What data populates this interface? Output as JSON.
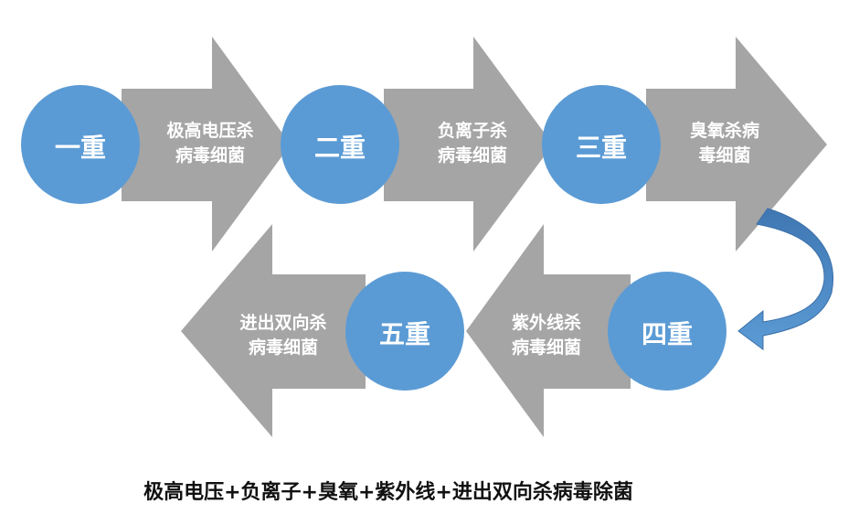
{
  "steps": [
    {
      "circle": "一重",
      "line1": "极高电压杀",
      "line2": "病毒细菌"
    },
    {
      "circle": "二重",
      "line1": "负离子杀",
      "line2": "病毒细菌"
    },
    {
      "circle": "三重",
      "line1": "臭氧杀病",
      "line2": "毒细菌"
    },
    {
      "circle": "四重",
      "line1": "紫外线杀",
      "line2": "病毒细菌"
    },
    {
      "circle": "五重",
      "line1": "进出双向杀",
      "line2": "病毒细菌"
    }
  ],
  "caption": "极高电压+负离子+臭氧+紫外线+进出双向杀病毒除菌",
  "colors": {
    "circle": "#5b9bd5",
    "arrow": "#a5a5a5",
    "curve": "#4a86c5"
  }
}
